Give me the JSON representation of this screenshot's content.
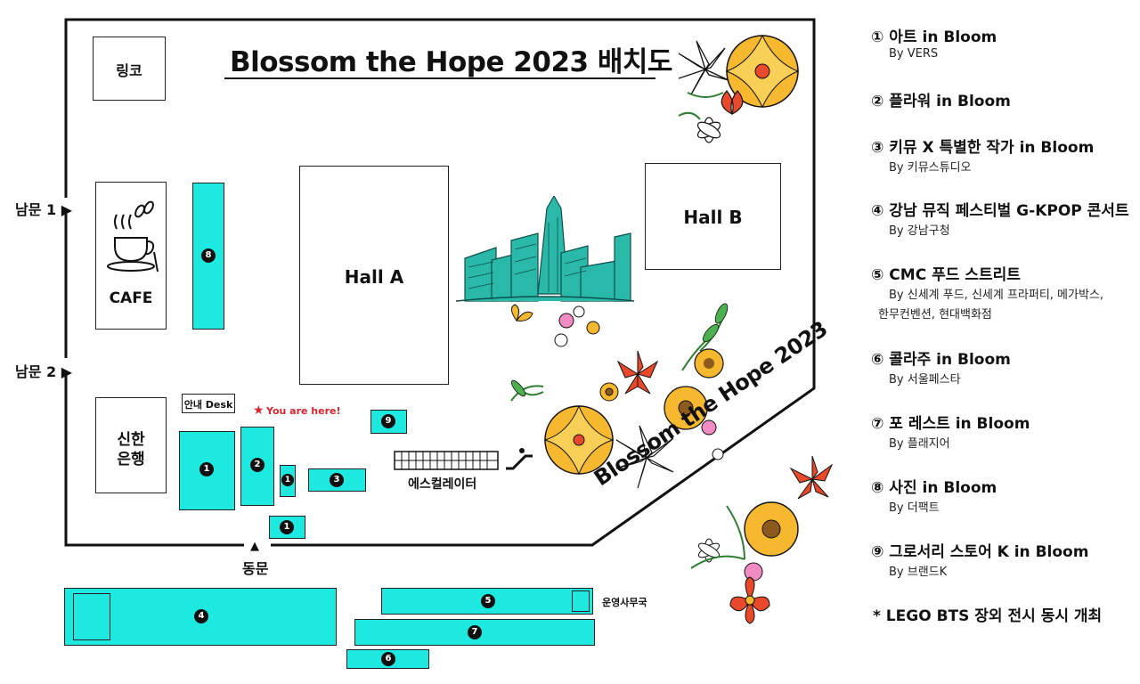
{
  "map": {
    "title": "Blossom the Hope 2023 배치도",
    "diagonal_banner": "Blossom the Hope 2023",
    "places": {
      "link": "링코",
      "cafe": "CAFE",
      "bank": "신한\n은행",
      "hall_a": "Hall A",
      "hall_b": "Hall B",
      "info_desk": "안내 Desk",
      "you_are_here": "You are here!",
      "escalator": "에스컬레이터",
      "office": "운영사무국"
    },
    "gates": {
      "south1": "남문 1 ▶",
      "south2": "남문 2 ▶",
      "east": "동문"
    },
    "booth_numbers": [
      "1",
      "1",
      "1",
      "2",
      "3",
      "4",
      "5",
      "6",
      "7",
      "8",
      "9"
    ]
  },
  "legend": {
    "items": [
      {
        "title": "① 아트 in Bloom",
        "sub": "By VERS"
      },
      {
        "title": "② 플라워 in Bloom",
        "sub": ""
      },
      {
        "title": "③ 키뮤 X 특별한 작가 in Bloom",
        "sub": "By 키뮤스튜디오"
      },
      {
        "title": "④ 강남 뮤직 페스티벌 G-KPOP 콘서트",
        "sub": "By 강남구청"
      },
      {
        "title": "⑤ CMC 푸드 스트리트",
        "sub": "By 신세계 푸드, 신세계 프라퍼티, 메가박스,",
        "sub2": "한무컨벤션, 현대백화점"
      },
      {
        "title": "⑥ 콜라주 in Bloom",
        "sub": "By 서울페스타"
      },
      {
        "title": "⑦ 포 레스트 in Bloom",
        "sub": "By 플래지어"
      },
      {
        "title": "⑧ 사진 in Bloom",
        "sub": "By 더팩트"
      },
      {
        "title": "⑨ 그로서리 스토어 K in Bloom",
        "sub": "By 브랜드K"
      }
    ],
    "note": "* LEGO BTS 장외 전시 동시 개최"
  },
  "colors": {
    "booth": "#1de9e0",
    "accent": "#d7262e",
    "flower_yellow": "#f5b82e",
    "flower_red": "#e8492a"
  }
}
